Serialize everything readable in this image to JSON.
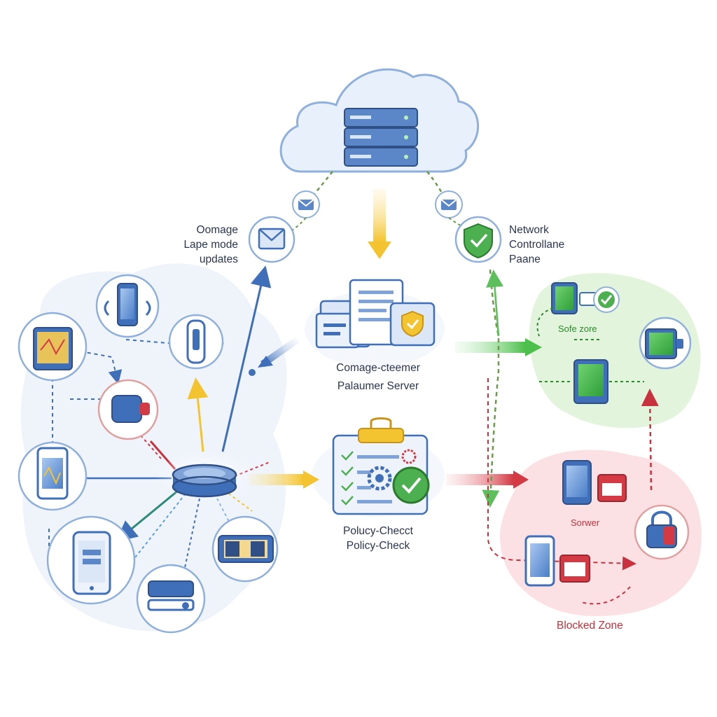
{
  "labels": {
    "cloud_left": [
      "Oomage",
      "Lape mode",
      "updates"
    ],
    "cloud_right": [
      "Network",
      "Controllane",
      "Paane"
    ],
    "config_server": [
      "Comage-cteemer",
      "Palaumer Server"
    ],
    "policy_check": [
      "Polucy-Checct",
      "Policy-Check"
    ],
    "safe_zone": "Sofe zore",
    "blocked_inner": "Sorwer",
    "blocked_zone": "Blocked Zone"
  },
  "colors": {
    "primary_blue": "#3f6fb8",
    "light_blue": "#e8f0fb",
    "safe_green": "#4caf50",
    "safe_zone_fill": "#e6f5e0",
    "blocked_red": "#d33a44",
    "blocked_zone_fill": "#fbe4e6",
    "flow_yellow": "#f4c430"
  },
  "icons": [
    "cloud-icon",
    "server-rack-icon",
    "mail-icon",
    "shield-check-icon",
    "document-icon",
    "clipboard-check-icon",
    "gear-icon",
    "padlock-icon",
    "tablet-icon",
    "smartphone-icon",
    "usb-key-icon",
    "router-hub-icon"
  ]
}
